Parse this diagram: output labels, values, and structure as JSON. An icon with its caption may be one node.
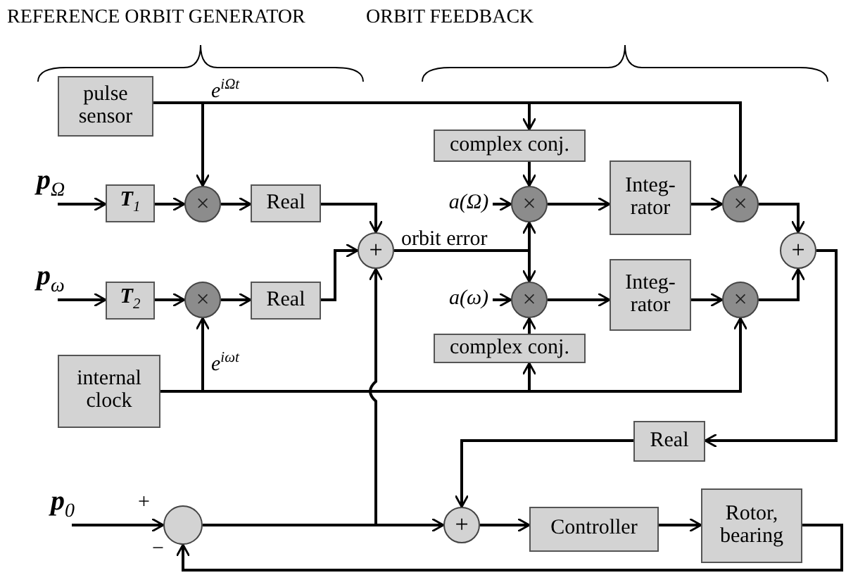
{
  "diagram": {
    "nodes": [
      {
        "text": [
          "pulse sensor"
        ]
      },
      {
        "text": [
          "**T**$_{1}$"
        ]
      },
      {
        "text": [
          "×"
        ]
      },
      {
        "text": [
          "Real"
        ]
      },
      {
        "text": [
          "+"
        ]
      },
      {
        "text": [
          "**T**$_{2}$"
        ]
      },
      {
        "text": [
          "×"
        ]
      },
      {
        "text": [
          "Real"
        ]
      },
      {
        "text": [
          "internal clock"
        ]
      },
      {
        "text": [
          "complex conj."
        ]
      },
      {
        "text": [
          "×"
        ]
      },
      {
        "text": [
          "Integ- rator"
        ]
      },
      {
        "text": [
          "×"
        ]
      },
      {
        "text": [
          "+"
        ]
      },
      {
        "text": [
          "×"
        ]
      },
      {
        "text": [
          "Integ- rator"
        ]
      },
      {
        "text": [
          "×"
        ]
      },
      {
        "text": [
          "complex conj."
        ]
      },
      {
        "text": [
          "Real"
        ]
      },
      {
        "text": [
          "+"
        ]
      },
      {
        "text": [
          "Controller"
        ]
      },
      {
        "text": [
          "Rotor, bearing"
        ]
      },
      {
        "text": [],
        "shape": "circle"
      },
      {
        "text": [
          "a(Ω)"
        ]
      },
      {
        "text": [
          "a(ω)"
        ]
      },
      {
        "text": [
          "**p**$_{Ω}$"
        ]
      },
      {
        "text": [
          "**p**$_{ω}$"
        ]
      },
      {
        "text": [
          "**p**$_{0}$"
        ]
      }
    ],
    "edges": [
      {
        "from": 25,
        "to": 1,
        "arrow": "to"
      },
      {
        "from": 1,
        "to": 2,
        "arrow": "to"
      },
      {
        "from": 0,
        "to": 2,
        "arrow": "to"
      },
      {
        "from": 2,
        "to": 3,
        "arrow": "to"
      },
      {
        "from": 3,
        "to": 4,
        "arrow": "to"
      },
      {
        "from": 26,
        "to": 5,
        "arrow": "to"
      },
      {
        "from": 5,
        "to": 6,
        "arrow": "to"
      },
      {
        "from": 8,
        "to": 6,
        "arrow": "to"
      },
      {
        "from": 6,
        "to": 7,
        "arrow": "to"
      },
      {
        "from": 7,
        "to": 4,
        "arrow": "to"
      },
      {
        "from": 22,
        "to": 4,
        "arrow": "to"
      },
      {
        "from": 0,
        "to": 9,
        "arrow": "to"
      },
      {
        "from": 9,
        "to": 10,
        "arrow": "to"
      },
      {
        "from": 23,
        "to": 10,
        "arrow": "to"
      },
      {
        "from": 4,
        "to": 10,
        "arrow": "to"
      },
      {
        "from": 4,
        "to": 14,
        "arrow": "to"
      },
      {
        "from": 24,
        "to": 14,
        "arrow": "to"
      },
      {
        "from": 17,
        "to": 14,
        "arrow": "to"
      },
      {
        "from": 8,
        "to": 17,
        "arrow": "to"
      },
      {
        "from": 10,
        "to": 11,
        "arrow": "to"
      },
      {
        "from": 11,
        "to": 12,
        "arrow": "to"
      },
      {
        "from": 0,
        "to": 12,
        "arrow": "to"
      },
      {
        "from": 12,
        "to": 13,
        "arrow": "to"
      },
      {
        "from": 14,
        "to": 15,
        "arrow": "to"
      },
      {
        "from": 15,
        "to": 16,
        "arrow": "to"
      },
      {
        "from": 8,
        "to": 16,
        "arrow": "to"
      },
      {
        "from": 16,
        "to": 13,
        "arrow": "to"
      },
      {
        "from": 13,
        "to": 18,
        "arrow": "to"
      },
      {
        "from": 18,
        "to": 19,
        "arrow": "to"
      },
      {
        "from": 22,
        "to": 19,
        "arrow": "to"
      },
      {
        "from": 19,
        "to": 20,
        "arrow": "to"
      },
      {
        "from": 20,
        "to": 21,
        "arrow": "to"
      },
      {
        "from": 21,
        "to": 22,
        "arrow": "to"
      },
      {
        "from": 27,
        "to": 22,
        "arrow": "to"
      }
    ],
    "labels": [
      "REFERENCE ORBIT GENERATOR",
      "ORBIT FEEDBACK",
      "e$^{iΩt}$",
      "orbit error",
      "e$^{iωt}$",
      "+",
      "−"
    ]
  }
}
